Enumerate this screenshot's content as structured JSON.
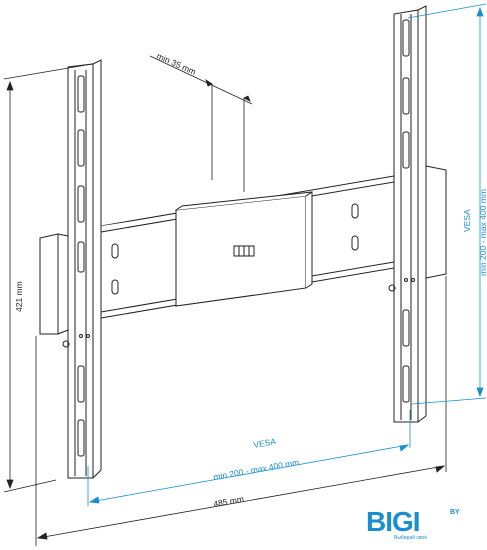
{
  "dimensions": {
    "height": "421 mm",
    "width": "485 mm",
    "depth": "min 35 mm"
  },
  "vesa_horizontal": {
    "title": "VESA",
    "range": "min 200 - max 400 mm"
  },
  "vesa_vertical": {
    "title": "VESA",
    "range": "min 200 - max 400 mm"
  },
  "logo": {
    "text": "BIGI",
    "superscript": "BY",
    "tagline": "Выбирай своё"
  },
  "colors": {
    "line": "#222222",
    "accent": "#1a8fd0"
  }
}
